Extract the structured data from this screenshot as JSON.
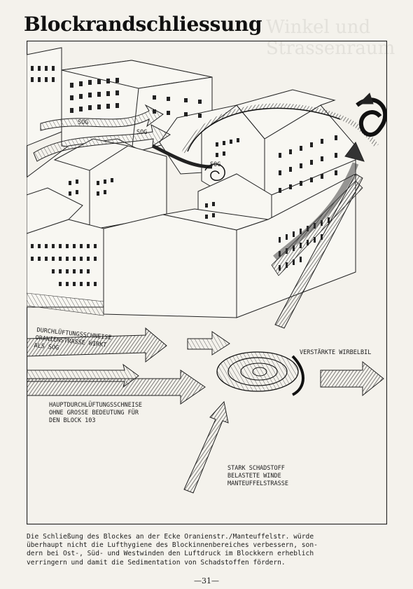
{
  "page": {
    "title": "Blockrandschliessung",
    "ghost_heading": "Winkel und Strassenraum",
    "page_number": "—31—"
  },
  "figure": {
    "labels": {
      "sog1": "SOG",
      "sog2": "SOG",
      "sog3": "SOG",
      "oranien_1": "DURCHLÜFTUNGSSCHNEISE",
      "oranien_2": "ORANIENSTRASSE WIRKT",
      "oranien_3": "ALS SOG",
      "verstaerkt": "VERSTÄRKTE WIRBELBIL",
      "haupt_1": "HAUPTDURCHLÜFTUNGSSCHNEISE",
      "haupt_2": "OHNE GROSSE BEDEUTUNG FÜR",
      "haupt_3": "DEN BLOCK 103",
      "stark_1": "STARK SCHADSTOFF",
      "stark_2": "BELASTETE WINDE",
      "stark_3": "MANTEUFFELSTRASSE"
    }
  },
  "caption": {
    "line1": "Die Schließung des Blockes an der Ecke Oranienstr./Manteuffelstr. würde",
    "line2": "überhaupt nicht die Lufthygiene des Blockinnenbereiches verbessern, son-",
    "line3": "dern bei Ost-, Süd- und Westwinden den Luftdruck im Blockkern erheblich",
    "line4": "verringern und damit die Sedimentation von Schadstoffen fördern."
  }
}
